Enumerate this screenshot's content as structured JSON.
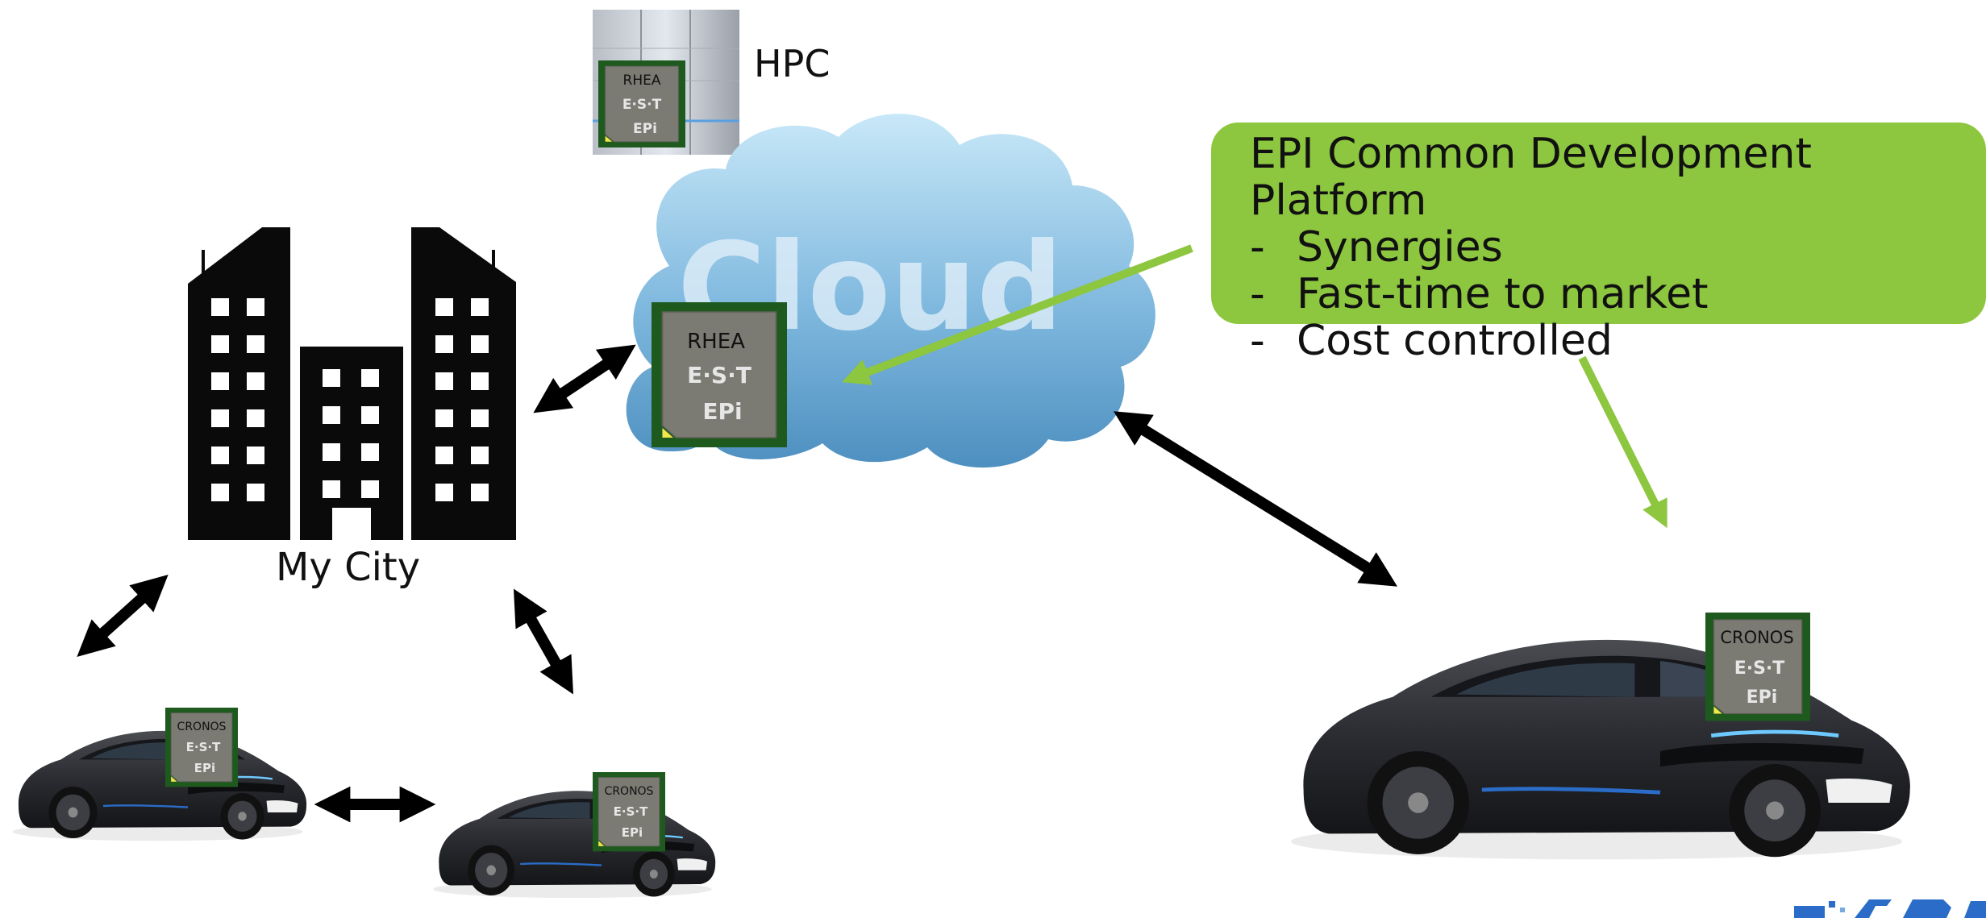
{
  "labels": {
    "hpc": "HPC",
    "city": "My City",
    "cloud": "Cloud"
  },
  "callout": {
    "title": "EPI Common Development Platform",
    "bullets": [
      {
        "dash": "-",
        "text": "Synergies"
      },
      {
        "dash": "-",
        "text": "Fast-time to market"
      },
      {
        "dash": "-",
        "text": "Cost controlled"
      }
    ]
  },
  "chips": {
    "hpc": {
      "name": "RHEA",
      "brand": "E·S·T",
      "logo": "EPi"
    },
    "cloud": {
      "name": "RHEA",
      "brand": "E·S·T",
      "logo": "EPi"
    },
    "car_left": {
      "name": "CRONOS",
      "brand": "E·S·T",
      "logo": "EPi"
    },
    "car_middle": {
      "name": "CRONOS",
      "brand": "E·S·T",
      "logo": "EPi"
    },
    "car_right": {
      "name": "CRONOS",
      "brand": "E·S·T",
      "logo": "EPi"
    }
  },
  "colors": {
    "callout_bg": "#8dc63f",
    "green_arrow": "#8dc63f",
    "chip_frame": "#1e5a1e",
    "chip_face": "#7b7b73",
    "arrow": "#000000"
  },
  "icons": {
    "city": "buildings-icon",
    "cloud": "cloud-icon",
    "server": "server-rack-icon",
    "car": "sports-car-icon",
    "corner_logo": "epi-logo-fragment"
  }
}
